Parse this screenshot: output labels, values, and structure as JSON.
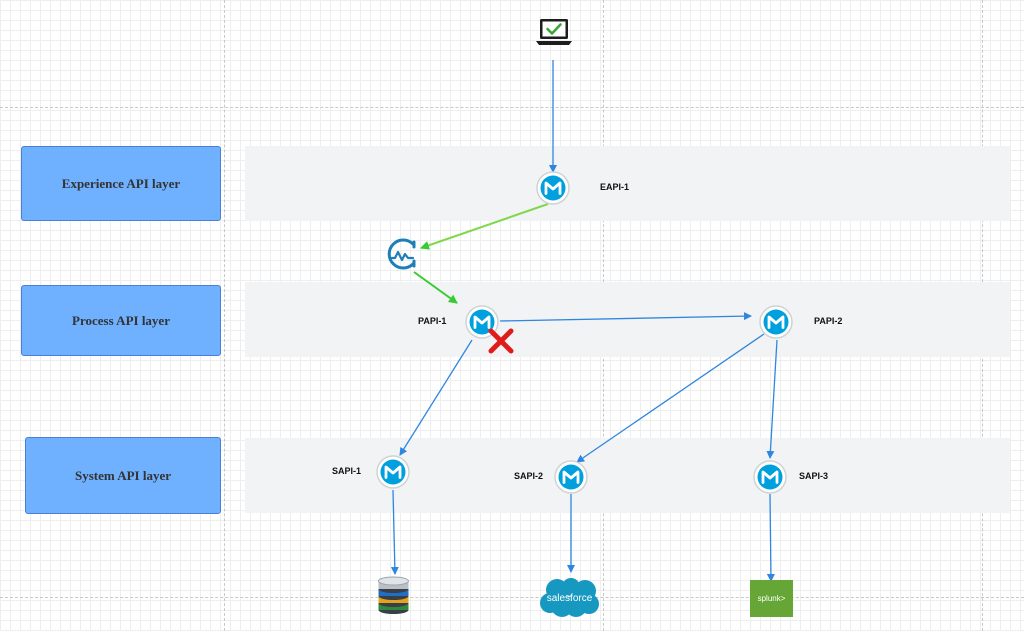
{
  "layers": [
    {
      "id": "experience",
      "label": "Experience API layer"
    },
    {
      "id": "process",
      "label": "Process API layer"
    },
    {
      "id": "system",
      "label": "System API layer"
    }
  ],
  "nodes": {
    "eapi1": "EAPI-1",
    "papi1": "PAPI-1",
    "papi2": "PAPI-2",
    "sapi1": "SAPI-1",
    "sapi2": "SAPI-2",
    "sapi3": "SAPI-3"
  },
  "endpoints": {
    "salesforce": "salesforce",
    "splunk": "splunk>"
  },
  "colors": {
    "layer_label_bg": "#6fb0ff",
    "band_bg": "#f2f3f4",
    "blue_arrow": "#2f86e0",
    "green_arrow": "#33cc33",
    "error_cross": "#e01b1b",
    "mule_teal": "#00a0df",
    "salesforce_blue": "#1798c1",
    "splunk_green": "#65a637"
  },
  "icons": [
    "laptop-check-icon",
    "mule-icon",
    "message-queue-icon",
    "error-cross-icon",
    "database-icon",
    "salesforce-cloud-icon",
    "splunk-icon"
  ]
}
